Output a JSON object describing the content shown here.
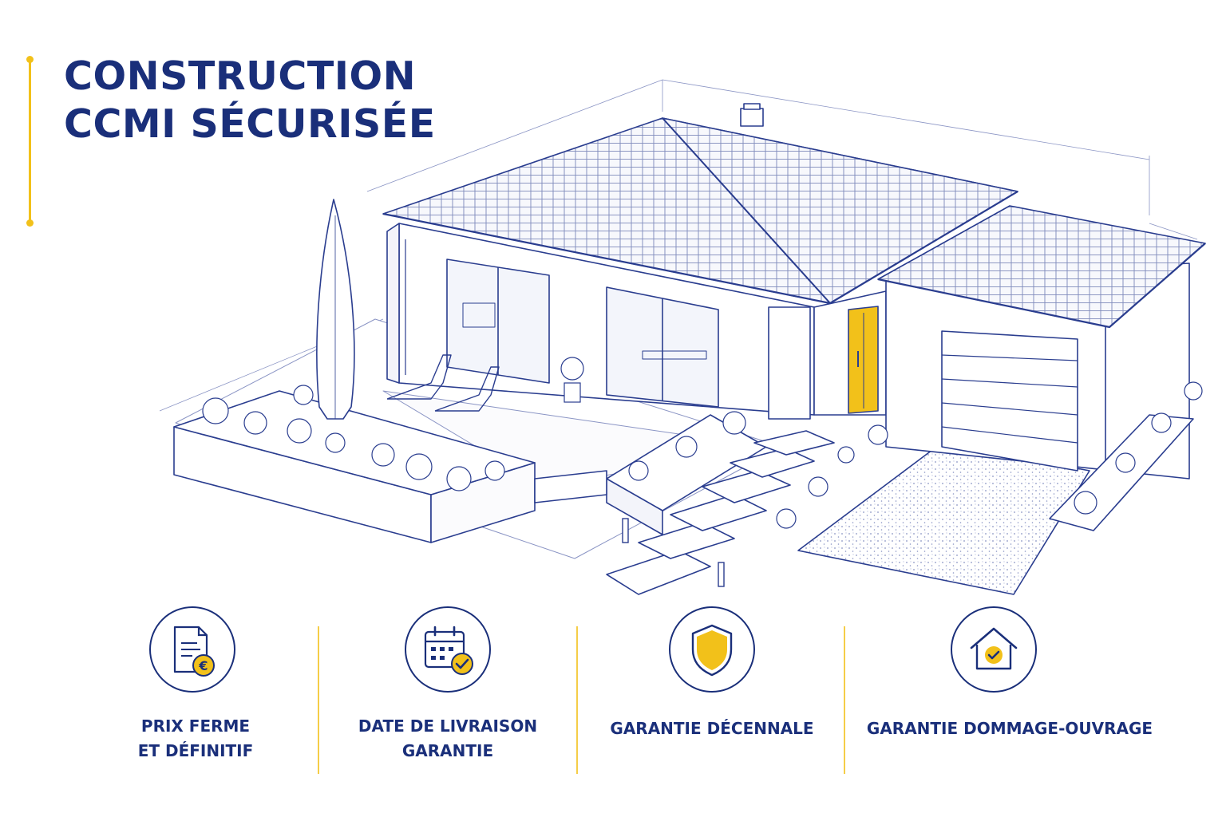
{
  "title": {
    "line1": "CONSTRUCTION",
    "line2": "CCMI SÉCURISÉE"
  },
  "colors": {
    "navy": "#1a2f7a",
    "accent_yellow": "#f2c11a",
    "line_blue": "#2a3d8f"
  },
  "illustration": {
    "icon": "house-blueprint-illustration"
  },
  "features": [
    {
      "icon": "document-euro-icon",
      "line1": "PRIX FERME",
      "line2": "ET DÉFINITIF"
    },
    {
      "icon": "calendar-check-icon",
      "line1": "DATE DE LIVRAISON",
      "line2": "GARANTIE"
    },
    {
      "icon": "shield-icon",
      "line1": "GARANTIE DÉCENNALE",
      "line2": ""
    },
    {
      "icon": "house-check-icon",
      "line1": "GARANTIE DOMMAGE-OUVRAGE",
      "line2": ""
    }
  ]
}
